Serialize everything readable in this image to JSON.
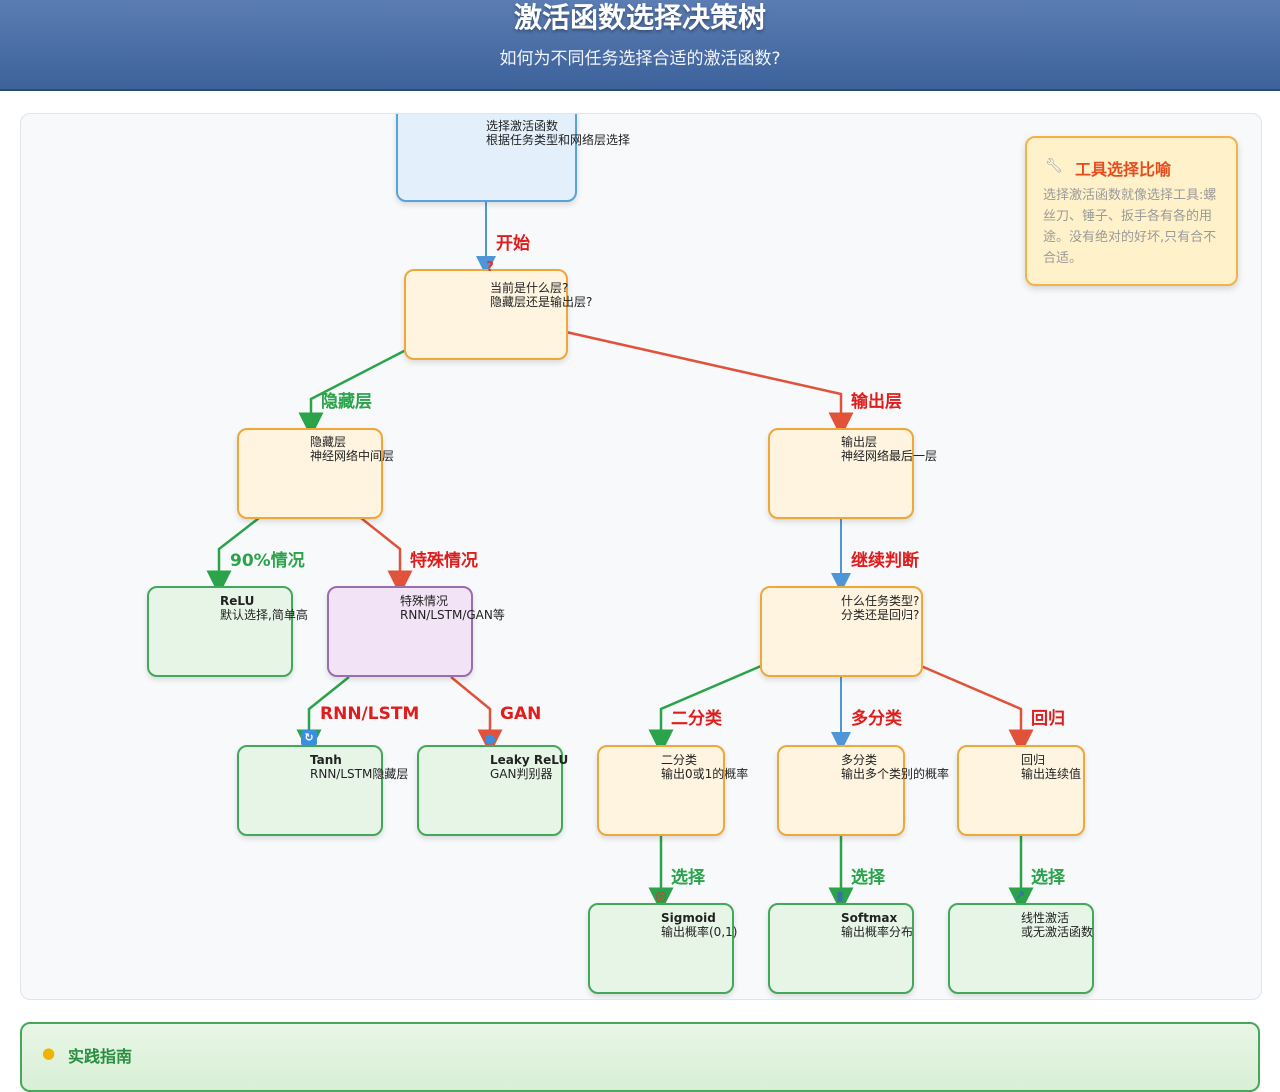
{
  "header": {
    "title": "激活函数选择决策树",
    "subtitle": "如何为不同任务选择合适的激活函数?"
  },
  "tree": {
    "nodes": {
      "root": {
        "line1": "选择激活函数",
        "line2": "根据任务类型和网络层选择"
      },
      "layer_q": {
        "line1": "当前是什么层?",
        "line2": "隐藏层还是输出层?",
        "icon": "question-icon"
      },
      "hidden": {
        "line1": "隐藏层",
        "line2": "神经网络中间层"
      },
      "output": {
        "line1": "输出层",
        "line2": "神经网络最后一层"
      },
      "relu": {
        "line1": "ReLU",
        "line2": "默认选择,简单高"
      },
      "special": {
        "line1": "特殊情况",
        "line2": "RNN/LSTM/GAN等"
      },
      "task_q": {
        "line1": "什么任务类型?",
        "line2": "分类还是回归?"
      },
      "tanh": {
        "line1": "Tanh",
        "line2": "RNN/LSTM隐藏层",
        "icon": "refresh-icon"
      },
      "leaky": {
        "line1": "Leaky ReLU",
        "line2": "GAN判别器",
        "icon": "droplet-icon"
      },
      "binary": {
        "line1": "二分类",
        "line2": "输出0或1的概率"
      },
      "multi": {
        "line1": "多分类",
        "line2": "输出多个类别的概率"
      },
      "regress": {
        "line1": "回归",
        "line2": "输出连续值"
      },
      "sigmoid": {
        "line1": "Sigmoid",
        "line2": "输出概率(0,1)",
        "icon": "target-icon"
      },
      "softmax": {
        "line1": "Softmax",
        "line2": "输出概率分布",
        "icon": "bar-chart-icon"
      },
      "linear": {
        "line1": "线性激活",
        "line2": "或无激活函数",
        "icon": "line-chart-icon"
      }
    },
    "edge_labels": {
      "start": "开始",
      "hidden_layer": "隐藏层",
      "output_layer": "输出层",
      "relu_case": "90%情况",
      "special_case": "特殊情况",
      "continue": "继续判断",
      "rnn_lstm": "RNN/LSTM",
      "gan": "GAN",
      "binary": "二分类",
      "multi": "多分类",
      "regress": "回归",
      "choose1": "选择",
      "choose2": "选择",
      "choose3": "选择"
    },
    "colors": {
      "red": "#e0533a",
      "green": "#2aa34a",
      "blue": "#4f96d8"
    }
  },
  "tip": {
    "title": "工具选择比喻",
    "icon": "wrench-icon",
    "body": "选择激活函数就像选择工具:螺丝刀、锤子、扳手各有各的用途。没有绝对的好坏,只有合不合适。"
  },
  "guide": {
    "title": "实践指南",
    "icon": "lightbulb-icon"
  }
}
